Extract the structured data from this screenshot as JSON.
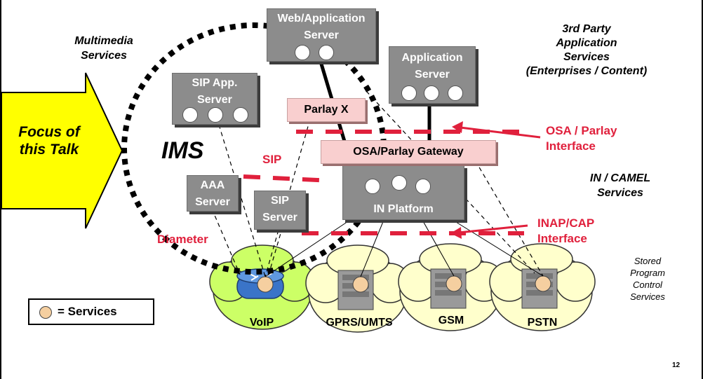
{
  "focus_label": "Focus of\nthis Talk",
  "ims_label": "IMS",
  "multimedia_label": "Multimedia\nServices",
  "third_party_label": "3rd Party\nApplication\nServices\n(Enterprises / Content)",
  "in_camel_label": "IN / CAMEL\nServices",
  "stored_program_label": "Stored\nProgram\nControl\nServices",
  "servers": {
    "web_app": "Web/Application\nServer",
    "app": "Application\nServer",
    "sip_app": "SIP App.\nServer",
    "aaa": "AAA\nServer",
    "sip": "SIP\nServer",
    "in_platform": "IN Platform"
  },
  "gateways": {
    "parlay_x": "Parlay X",
    "osa_gateway": "OSA/Parlay Gateway"
  },
  "protocols": {
    "sip": "SIP",
    "diameter": "Diameter",
    "osa_interface": "OSA / Parlay\nInterface",
    "inap_interface": "INAP/CAP\nInterface"
  },
  "networks": [
    "VoIP",
    "GPRS/UMTS",
    "GSM",
    "PSTN"
  ],
  "legend_label": "= Services",
  "page_number": "12",
  "colors": {
    "arrow_fill": "#ffff00",
    "server_gray": "#8c8c8c",
    "gateway_pink": "#f9cfcf",
    "protocol_red": "#e0203c",
    "cloud_yellow": "#ffffcc",
    "cloud_green": "#ccff66",
    "service_dot": "#f5cfa0"
  }
}
